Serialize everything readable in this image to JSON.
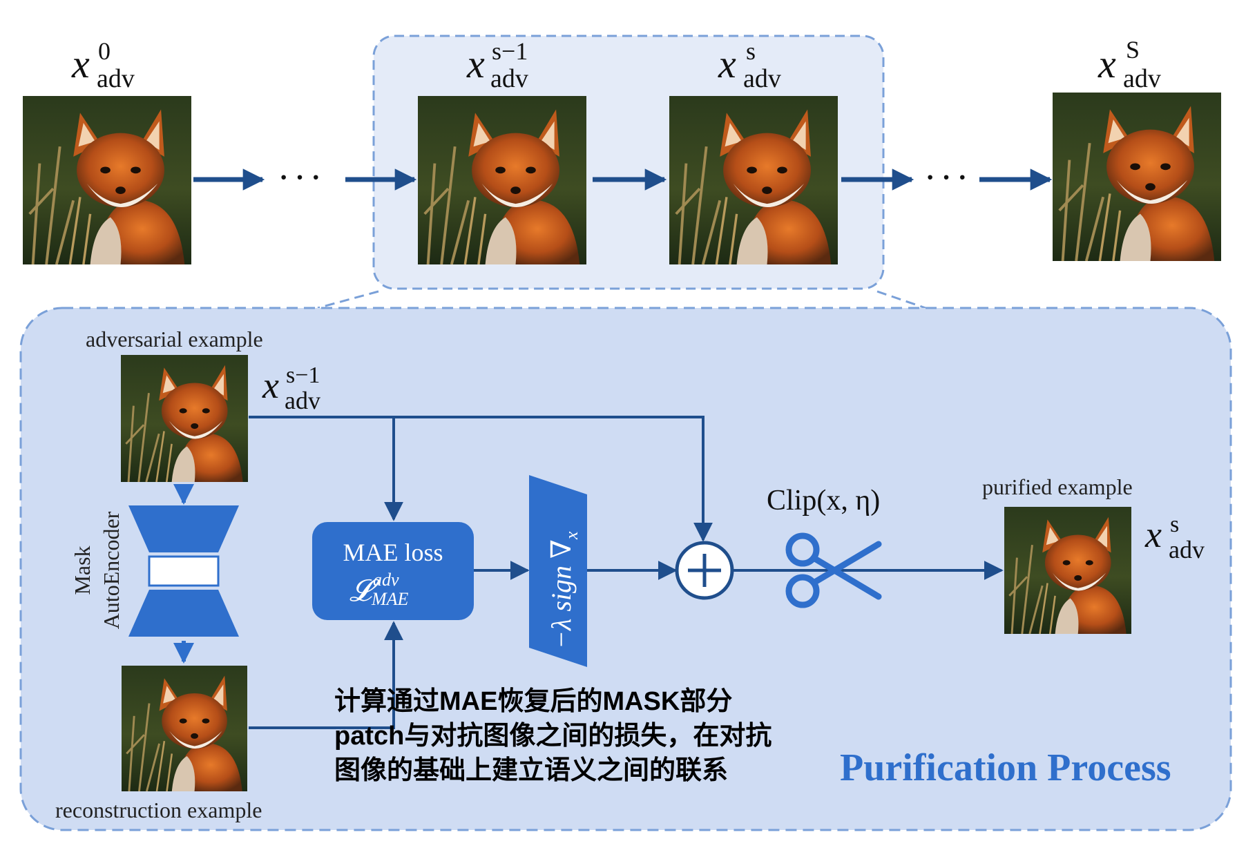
{
  "top_row": {
    "labels": [
      {
        "base": "x",
        "sub": "adv",
        "sup": "0"
      },
      {
        "base": "x",
        "sub": "adv",
        "sup": "s−1"
      },
      {
        "base": "x",
        "sub": "adv",
        "sup": "s"
      },
      {
        "base": "x",
        "sub": "adv",
        "sup": "S"
      }
    ],
    "ellipsis": "· · ·"
  },
  "process": {
    "adversarial_caption": "adversarial example",
    "reconstruction_caption": "reconstruction example",
    "purified_caption": "purified example",
    "input_label": {
      "base": "x",
      "sub": "adv",
      "sup": "s−1"
    },
    "output_label": {
      "base": "x",
      "sub": "adv",
      "sup": "s"
    },
    "autoencoder_label_line1": "Mask",
    "autoencoder_label_line2": "AutoEncoder",
    "mae_loss_title": "MAE loss",
    "mae_loss_symbol": "𝓛",
    "mae_loss_sup": "adv",
    "mae_loss_sub": "MAE",
    "sign_label": "−λ sign ∇",
    "sign_sub": "x",
    "plus_symbol": "+",
    "clip_label": "Clip(x, η)",
    "title": "Purification Process"
  },
  "annotation": {
    "lines": [
      "计算通过MAE恢复后的MASK部分",
      "patch与对抗图像之间的损失，在对抗",
      "图像的基础上建立语义之间的联系"
    ]
  },
  "colors": {
    "arrow": "#1f4e8c",
    "panel_fill": "#cfdcf3",
    "panel_border": "#7aa0d8",
    "inner_panel_fill": "#e4ebf8",
    "block_blue": "#2f6fcc",
    "title_blue": "#2f6fcc"
  }
}
